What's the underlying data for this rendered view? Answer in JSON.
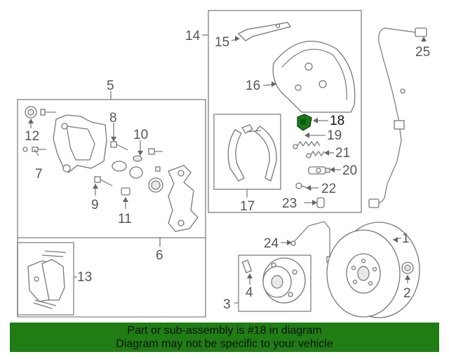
{
  "diagram": {
    "callouts": [
      "1",
      "2",
      "3",
      "4",
      "5",
      "6",
      "7",
      "8",
      "9",
      "10",
      "11",
      "12",
      "13",
      "14",
      "15",
      "16",
      "17",
      "18",
      "19",
      "20",
      "21",
      "22",
      "23",
      "24",
      "25"
    ],
    "highlighted_part": "18",
    "colors": {
      "highlight": "#1a7a1a",
      "banner": "#1f7d14",
      "line": "#777777"
    }
  },
  "banner": {
    "line1": "Part or sub-assembly is #18 in diagram",
    "line2": "Diagram may not be specific to your vehicle"
  }
}
